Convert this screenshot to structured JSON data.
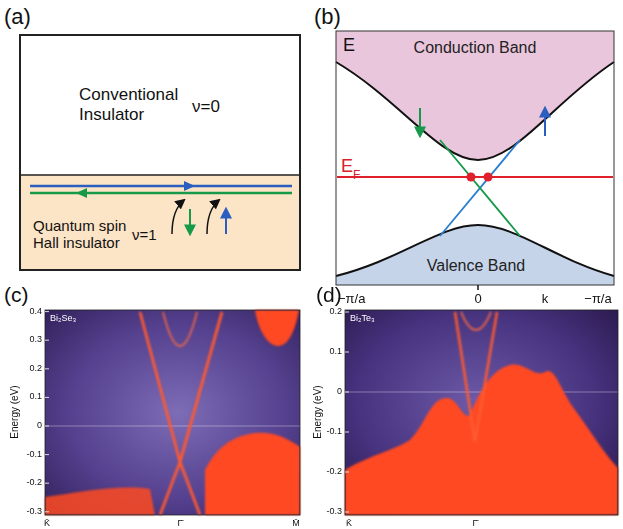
{
  "diagram": {
    "nodes": [
      {
        "text": [
          "Conventional Insulator",
          "ν=0"
        ]
      },
      {
        "text": [
          "Quantum spin Hall insulator",
          "ν=1"
        ]
      }
    ],
    "labels": [
      "(a)",
      "(b)",
      "E",
      "Conduction Band",
      "E",
      "F",
      "Valence Band",
      "−π/a",
      "0",
      "k",
      "−π/a",
      "(c)",
      "Bi₂Se₃",
      "Energy (eV)",
      "0.4",
      "0.3",
      "0.2",
      "0.1",
      "0",
      "-0.1",
      "-0.2",
      "-0.3",
      "K̄",
      "Γ̄",
      "M̄",
      "(d)",
      "Bi₂Te₃",
      "Energy (eV)",
      "0.2",
      "0.1",
      "0",
      "-0.1",
      "-0.2",
      "-0.3",
      "K̄",
      "Γ̄"
    ]
  }
}
